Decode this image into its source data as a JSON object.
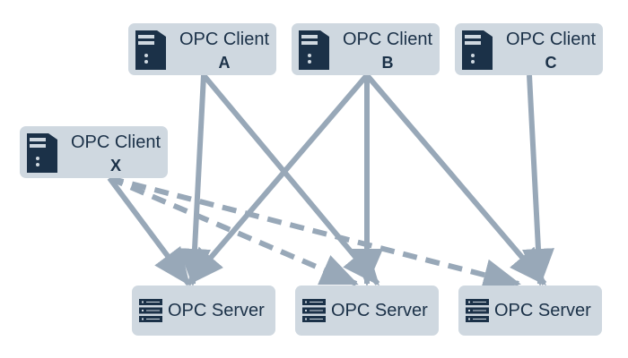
{
  "colors": {
    "connection": "#98a8b8",
    "node_fill": "#cfd8e0",
    "icon": "#1b3148",
    "text": "#1b3148"
  },
  "clients": [
    {
      "id": "A",
      "title": "OPC Client",
      "letter": "A",
      "icon": "computer-tower-icon"
    },
    {
      "id": "B",
      "title": "OPC Client",
      "letter": "B",
      "icon": "computer-tower-icon"
    },
    {
      "id": "C",
      "title": "OPC Client",
      "letter": "C",
      "icon": "computer-tower-icon"
    },
    {
      "id": "X",
      "title": "OPC Client",
      "letter": "X",
      "icon": "computer-tower-icon"
    }
  ],
  "servers": [
    {
      "id": "1",
      "title": "OPC Server",
      "icon": "server-rack-icon"
    },
    {
      "id": "2",
      "title": "OPC Server",
      "icon": "server-rack-icon"
    },
    {
      "id": "3",
      "title": "OPC Server",
      "icon": "server-rack-icon"
    }
  ],
  "connections": [
    {
      "from": "A",
      "to": "1",
      "style": "solid"
    },
    {
      "from": "A",
      "to": "2",
      "style": "solid"
    },
    {
      "from": "B",
      "to": "1",
      "style": "solid"
    },
    {
      "from": "B",
      "to": "2",
      "style": "solid"
    },
    {
      "from": "B",
      "to": "3",
      "style": "solid"
    },
    {
      "from": "C",
      "to": "3",
      "style": "solid"
    },
    {
      "from": "X",
      "to": "1",
      "style": "solid"
    },
    {
      "from": "X",
      "to": "2",
      "style": "dashed"
    },
    {
      "from": "X",
      "to": "3",
      "style": "dashed"
    }
  ]
}
